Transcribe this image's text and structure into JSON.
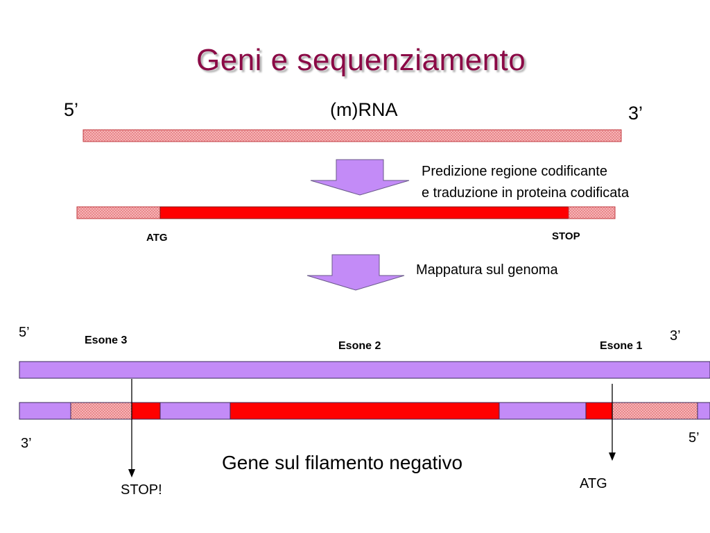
{
  "title": "Geni e sequenziamento",
  "mrna": {
    "label": "(m)RNA",
    "five_prime": "5’",
    "three_prime": "3’"
  },
  "step1": {
    "line1": "Predizione regione codificante",
    "line2": "e traduzione in proteina codificata"
  },
  "cds": {
    "start_label": "ATG",
    "stop_label": "STOP"
  },
  "step2": {
    "text": "Mappatura sul genoma"
  },
  "genome": {
    "top_five_prime": "5’",
    "top_three_prime": "3’",
    "bottom_three_prime": "3’",
    "bottom_five_prime": "5’",
    "exon3": "Esone 3",
    "exon2": "Esone 2",
    "exon1": "Esone 1",
    "caption": "Gene sul filamento negativo",
    "stop_mark": "STOP!",
    "atg_mark": "ATG"
  },
  "colors": {
    "title": "#8b0a46",
    "utr_fill": "#f4a3a6",
    "cds": "#ff0000",
    "strand": "#c38bf7",
    "arrow": "#c38bf7"
  }
}
